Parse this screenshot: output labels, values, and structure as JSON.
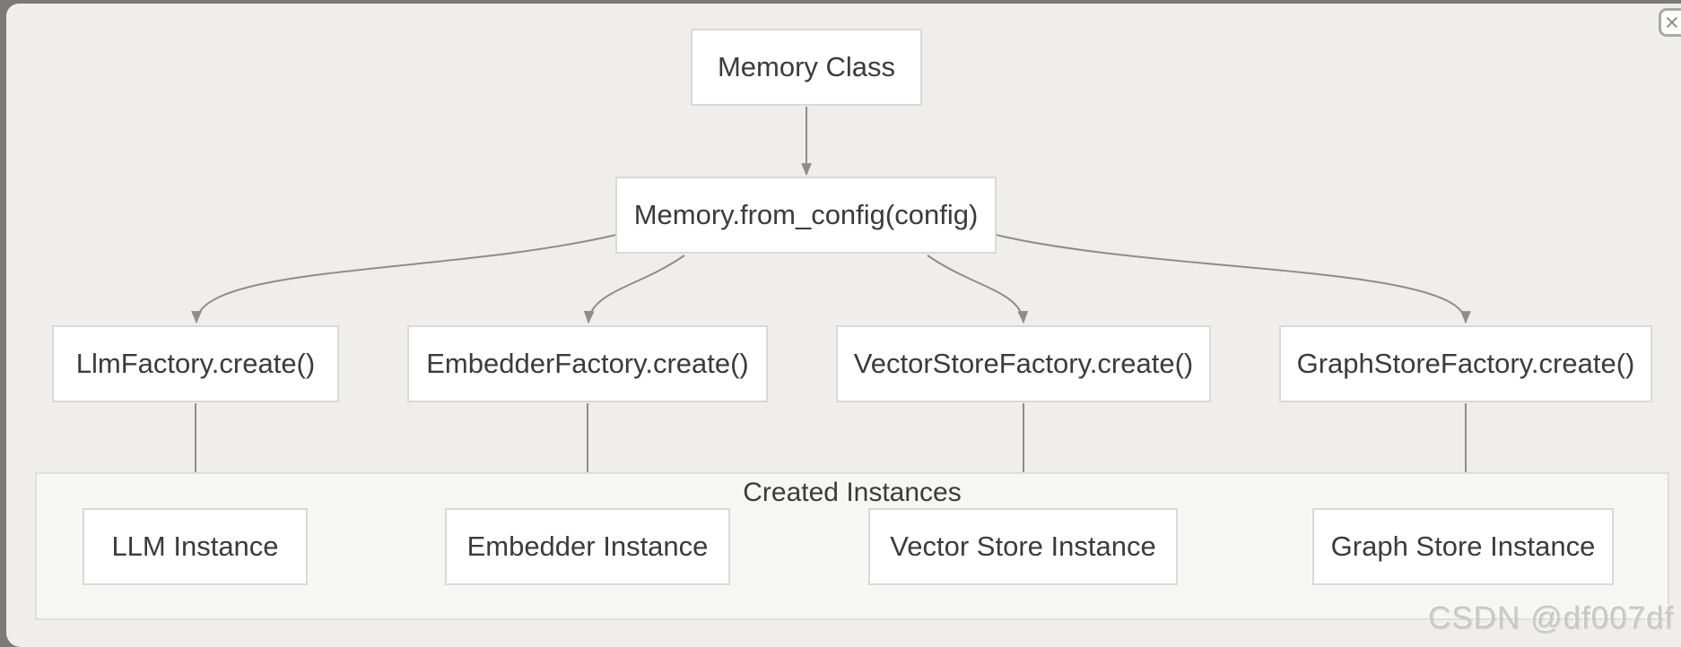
{
  "window": {
    "close_label": "×"
  },
  "nodes": {
    "memory_class": "Memory Class",
    "from_config": "Memory.from_config(config)",
    "llm_factory": "LlmFactory.create()",
    "embedder_factory": "EmbedderFactory.create()",
    "vector_store_factory": "VectorStoreFactory.create()",
    "graph_store_factory": "GraphStoreFactory.create()",
    "container_label": "Created Instances",
    "llm_instance": "LLM Instance",
    "embedder_instance": "Embedder Instance",
    "vector_store_instance": "Vector Store Instance",
    "graph_store_instance": "Graph Store Instance"
  },
  "watermark": "CSDN @df007df",
  "colors": {
    "frame": "#7b7a78",
    "panel_bg": "#efeeec",
    "container_bg": "#f6f6f4",
    "node_bg": "#ffffff",
    "node_border": "#d9d9d7",
    "container_border": "#dededc",
    "text": "#3b3b3b",
    "edge": "#8d8d8b",
    "watermark": "#c9c9c7",
    "close_border": "#a8a8a6",
    "close_glyph": "#8b8b89"
  }
}
